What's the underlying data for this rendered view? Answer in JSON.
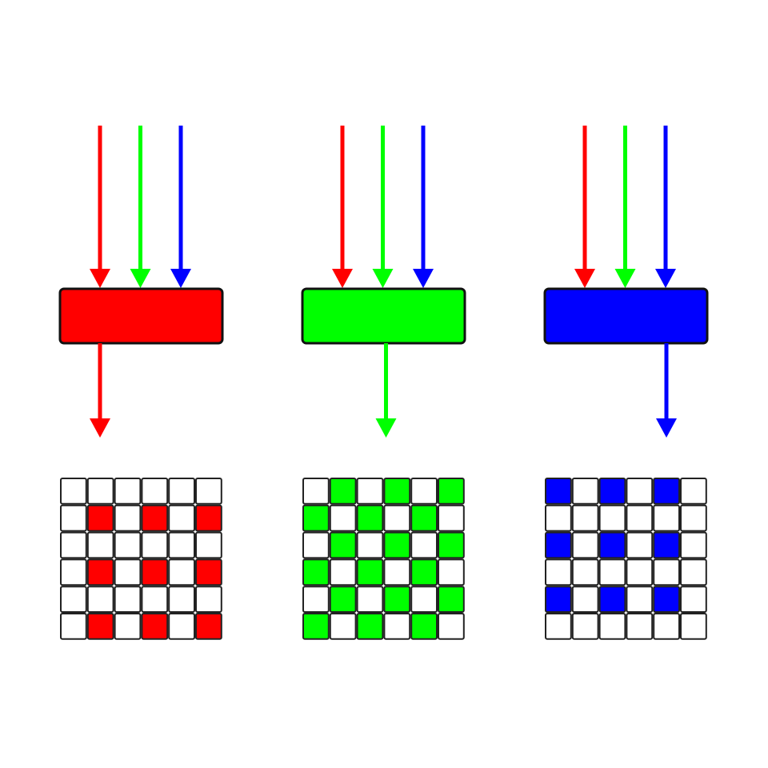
{
  "colors": {
    "red": "#ff0000",
    "green": "#00ff00",
    "blue": "#0000ff",
    "white": "#ffffff",
    "outline": "#111111"
  },
  "incoming_light": [
    "red",
    "green",
    "blue"
  ],
  "filters": [
    {
      "id": "red",
      "color": "red",
      "passes": "red",
      "mosaic": [
        [
          0,
          0,
          0,
          0,
          0,
          0
        ],
        [
          0,
          1,
          0,
          1,
          0,
          1
        ],
        [
          0,
          0,
          0,
          0,
          0,
          0
        ],
        [
          0,
          1,
          0,
          1,
          0,
          1
        ],
        [
          0,
          0,
          0,
          0,
          0,
          0
        ],
        [
          0,
          1,
          0,
          1,
          0,
          1
        ]
      ]
    },
    {
      "id": "green",
      "color": "green",
      "passes": "green",
      "mosaic": [
        [
          0,
          1,
          0,
          1,
          0,
          1
        ],
        [
          1,
          0,
          1,
          0,
          1,
          0
        ],
        [
          0,
          1,
          0,
          1,
          0,
          1
        ],
        [
          1,
          0,
          1,
          0,
          1,
          0
        ],
        [
          0,
          1,
          0,
          1,
          0,
          1
        ],
        [
          1,
          0,
          1,
          0,
          1,
          0
        ]
      ]
    },
    {
      "id": "blue",
      "color": "blue",
      "passes": "blue",
      "mosaic": [
        [
          1,
          0,
          1,
          0,
          1,
          0
        ],
        [
          0,
          0,
          0,
          0,
          0,
          0
        ],
        [
          1,
          0,
          1,
          0,
          1,
          0
        ],
        [
          0,
          0,
          0,
          0,
          0,
          0
        ],
        [
          1,
          0,
          1,
          0,
          1,
          0
        ],
        [
          0,
          0,
          0,
          0,
          0,
          0
        ]
      ]
    }
  ]
}
